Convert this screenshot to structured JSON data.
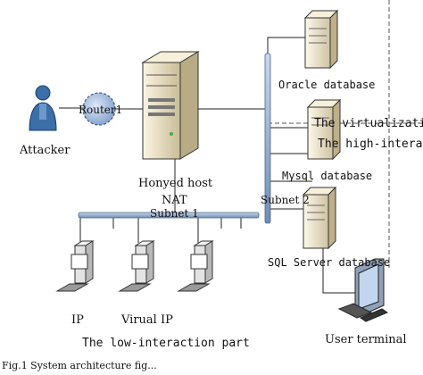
{
  "labels": {
    "attacker": "Attacker",
    "router": "Router1",
    "honeyed_host": "Honyed host",
    "nat": "NAT",
    "subnet1": "Subnet 1",
    "subnet2": "Subnet 2",
    "oracle": "Oracle database",
    "virtualization": "The virtualization p",
    "high_interaction": "The high-interactio",
    "mysql": "Mysql database",
    "sqlserver": "SQL Server database",
    "ip": "IP",
    "virtual_ip": "Virual IP",
    "low_interaction": "The low-interaction part",
    "user_terminal": "User terminal",
    "caption": "Fig.1 System architecture fig..."
  },
  "colors": {
    "attacker": "#3c6ea8",
    "router": "#9db8de",
    "subnet_bar": "#8fa8c8",
    "server_body": "#ece3c8",
    "database": "#efe6cf",
    "workstation": "#dedede",
    "monitor": "#5a6e8a"
  }
}
